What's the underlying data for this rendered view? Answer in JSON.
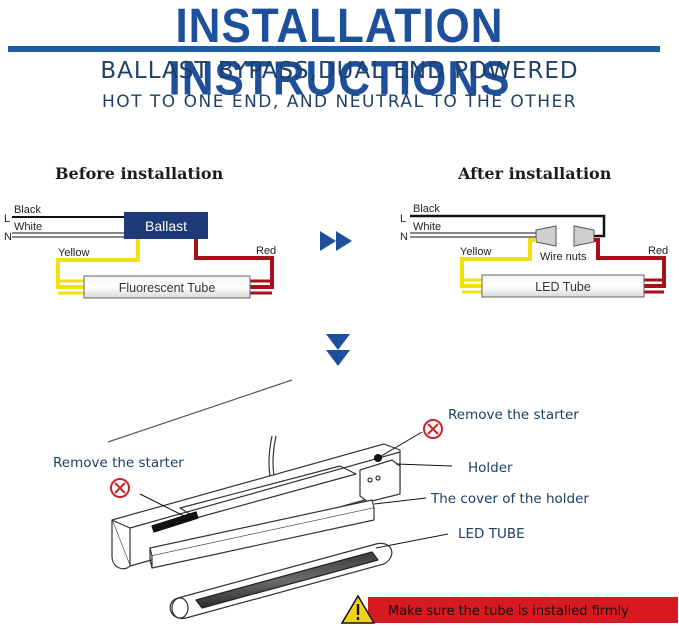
{
  "header": {
    "title": "INSTALLATION INSTRUCTIONS",
    "subtitle_1": "BALLAST BYPASS,DUAL END POWERED",
    "subtitle_2": "HOT TO ONE END, AND NEUTRAL TO THE OTHER"
  },
  "before": {
    "heading": "Before installation",
    "wire_black": "Black",
    "wire_white": "White",
    "line_l": "L",
    "line_n": "N",
    "ballast": "Ballast",
    "wire_yellow": "Yellow",
    "wire_red": "Red",
    "tube": "Fluorescent Tube"
  },
  "after": {
    "heading": "After installation",
    "wire_black": "Black",
    "wire_white": "White",
    "line_l": "L",
    "line_n": "N",
    "wire_nuts": "Wire nuts",
    "wire_yellow": "Yellow",
    "wire_red": "Red",
    "tube": "LED Tube"
  },
  "fixture": {
    "remove_starter_right": "Remove the starter",
    "remove_starter_left": "Remove the starter",
    "holder": "Holder",
    "cover_of_holder": "The cover of the holder",
    "led_tube": "LED TUBE",
    "warning": "Make sure the tube is installed firmly"
  },
  "colors": {
    "title_blue": "#1d4f9b",
    "arrow_blue": "#1d4f9b",
    "ballast_fill": "#1f3a78",
    "wire_yellow": "#f2e10c",
    "wire_red": "#a6121b",
    "warning_red": "#d71920",
    "warning_yellow": "#f5d21a",
    "prohibit_red": "#c8262b"
  },
  "icons": {
    "direction_arrow": "double-chevron-right-icon",
    "down_arrow": "double-chevron-down-icon",
    "prohibit": "prohibit-x-icon",
    "warning": "warning-triangle-icon"
  }
}
